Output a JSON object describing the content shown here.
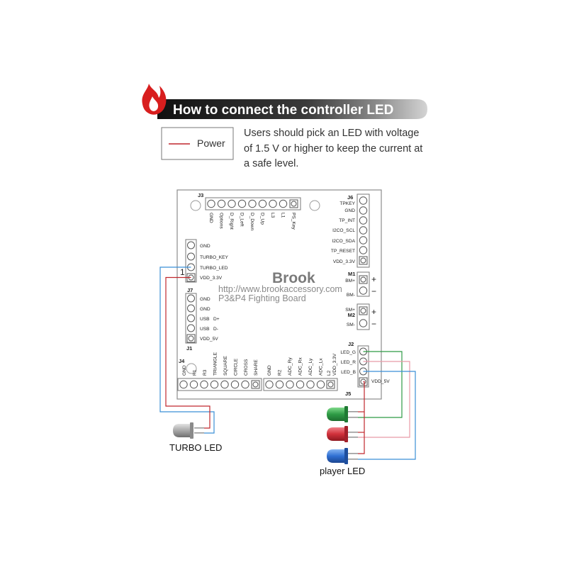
{
  "banner": {
    "title": "How to connect the controller LED"
  },
  "legend": {
    "label": "Power",
    "color": "#c0272d"
  },
  "note": {
    "lines": [
      "Users should pick an LED with voltage",
      "of 1.5 V or higher to keep the current at",
      "a safe level."
    ]
  },
  "board": {
    "brand": "Brook",
    "url": "http://www.brookaccessory.com",
    "product": "P3&P4 Fighting Board",
    "j3": {
      "name": "J3",
      "pins": [
        "GND",
        "Options",
        "D_Right",
        "D_Left",
        "D_Down",
        "D_Up",
        "L3",
        "L1",
        "PS_Key"
      ]
    },
    "j6": {
      "name": "J6",
      "pins": [
        "TPKEY",
        "GND",
        "TP_INT",
        "I2CO_SCL",
        "I2CO_SDA",
        "TP_RESET",
        "VDD_3.3V"
      ]
    },
    "m1": {
      "name": "M1",
      "pins": [
        "BM+",
        "BM-"
      ]
    },
    "m2": {
      "name": "M2",
      "pins": [
        "SM+",
        "SM-"
      ]
    },
    "left_header": {
      "pins": [
        "GND",
        "TURBO_KEY",
        "TURBO_LED",
        "VDD_3.3V"
      ]
    },
    "j7": {
      "name": "J7",
      "pins": [
        "GND",
        "GND",
        "USB",
        "USB",
        "VDD_5V"
      ],
      "extras": [
        "D+",
        "D-"
      ]
    },
    "j1": {
      "name": "J1"
    },
    "j4": {
      "name": "J4",
      "pins": [
        "GND",
        "R1",
        "R3",
        "TRIANGLE",
        "SQUARE",
        "CIRCLE",
        "CROSS",
        "SHARE"
      ]
    },
    "j5": {
      "name": "J5",
      "pins": [
        "GND",
        "R2",
        "ADC_Ry",
        "ADC_Rx",
        "ADC_Ly",
        "ADC_Lx",
        "L2",
        "VDD_3.3V"
      ]
    },
    "j2": {
      "name": "J2",
      "pins": [
        "LED_G",
        "LED_R",
        "LED_B",
        "VDD_5V"
      ]
    },
    "signs": {
      "plus": "+",
      "minus": "−",
      "one": "1"
    }
  },
  "captions": {
    "turbo": "TURBO LED",
    "player": "player LED"
  },
  "colors": {
    "banner": "#1e1e1e",
    "power": "#c0272d",
    "signal_blue": "#3b8fd6",
    "green_led": "#2e9b45",
    "red_led": "#d0303a",
    "blue_led": "#2f6fd2",
    "pink_wire": "#e89aa6"
  },
  "icons": [
    "flame-icon"
  ]
}
